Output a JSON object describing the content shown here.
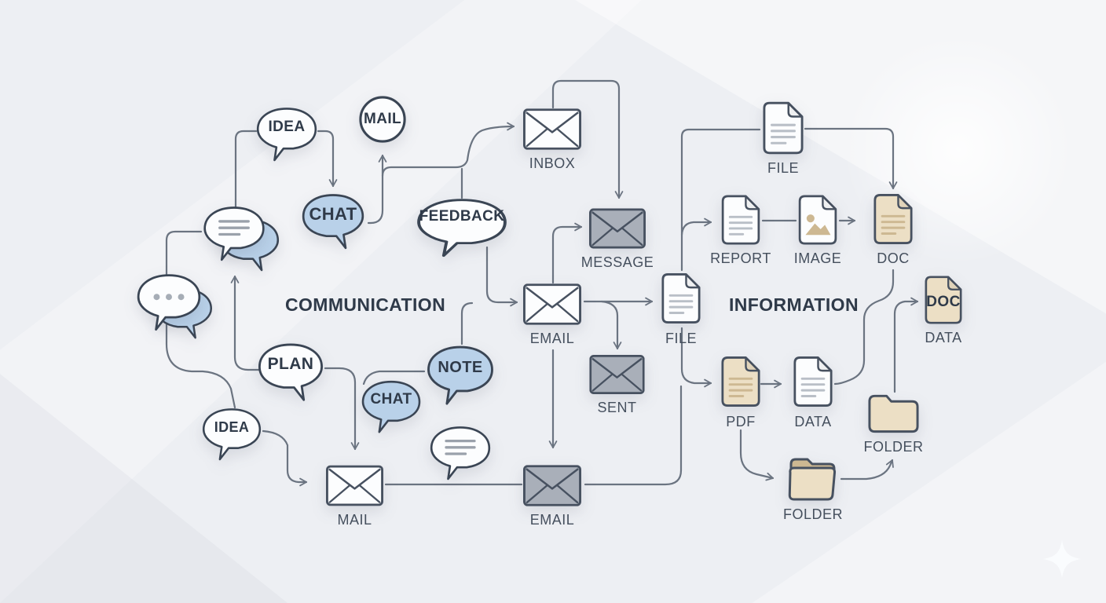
{
  "titles": {
    "communication": "COMMUNICATION",
    "information": "INFORMATION"
  },
  "colors": {
    "canvas-bg": "#edeff3",
    "line": "#6b7481",
    "icon-stroke": "#475160",
    "bubble-stroke": "#3a4554",
    "white-fill": "#fcfdfe",
    "gray-fill": "#a9afb9",
    "tan-fill": "#ecdfc5",
    "tan-accent": "#cdb892",
    "blue-fill": "#b9d1e9",
    "doc-lines": "#b9bfc7",
    "text-dark": "#2f3a49",
    "label-color": "#454f5d"
  },
  "nodes": {
    "idea_top": {
      "label": "IDEA"
    },
    "chat_top": {
      "label": "CHAT"
    },
    "mail_circle": {
      "label": "MAIL"
    },
    "feedback": {
      "label": "FEEDBACK"
    },
    "inbox": {
      "label": "INBOX"
    },
    "message": {
      "label": "MESSAGE"
    },
    "email_center": {
      "label": "EMAIL"
    },
    "sent": {
      "label": "SENT"
    },
    "file_center": {
      "label": "FILE"
    },
    "file_top": {
      "label": "FILE"
    },
    "report": {
      "label": "REPORT"
    },
    "image": {
      "label": "IMAGE"
    },
    "doc": {
      "label": "DOC"
    },
    "data_right": {
      "label": "DATA",
      "icon_text": "DOC"
    },
    "plan": {
      "label": "PLAN"
    },
    "chat_bottom": {
      "label": "CHAT"
    },
    "note": {
      "label": "NOTE"
    },
    "idea_bottom": {
      "label": "IDEA"
    },
    "mail_bottom": {
      "label": "MAIL"
    },
    "email_bottom": {
      "label": "EMAIL"
    },
    "pdf": {
      "label": "PDF"
    },
    "data_center": {
      "label": "DATA"
    },
    "folder_right": {
      "label": "FOLDER"
    },
    "folder_bottom": {
      "label": "FOLDER"
    }
  }
}
